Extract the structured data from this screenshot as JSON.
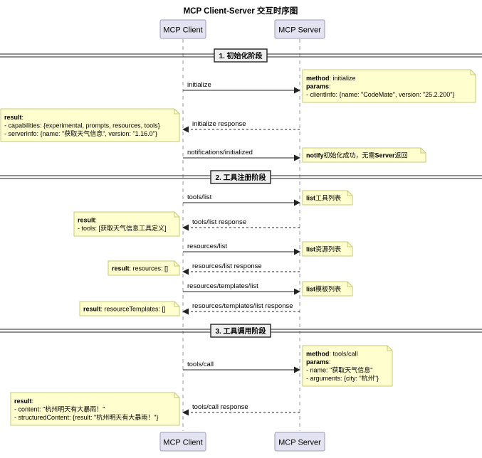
{
  "title": "MCP Client-Server 交互时序图",
  "participants": {
    "client": "MCP Client",
    "server": "MCP Server"
  },
  "colors": {
    "participant_fill": "#e2e2f0",
    "participant_stroke": "#9a9ab8",
    "note_fill": "#fefece",
    "note_stroke": "#c8c87a",
    "line": "#222222",
    "lifeline": "#9a9a9a"
  },
  "phases": [
    {
      "label": "1. 初始化阶段"
    },
    {
      "label": "2. 工具注册阶段"
    },
    {
      "label": "3. 工具调用阶段"
    }
  ],
  "messages": [
    {
      "label": "initialize",
      "direction": "to_server"
    },
    {
      "label": "initialize response",
      "direction": "to_client"
    },
    {
      "label": "notifications/initialized",
      "direction": "to_server"
    },
    {
      "label": "tools/list",
      "direction": "to_server"
    },
    {
      "label": "tools/list response",
      "direction": "to_client"
    },
    {
      "label": "resources/list",
      "direction": "to_server"
    },
    {
      "label": "resources/list response",
      "direction": "to_client"
    },
    {
      "label": "resources/templates/list",
      "direction": "to_server"
    },
    {
      "label": "resources/templates/list response",
      "direction": "to_client"
    },
    {
      "label": "tools/call",
      "direction": "to_server"
    },
    {
      "label": "tools/call response",
      "direction": "to_client"
    }
  ],
  "notes": [
    {
      "side": "right",
      "lines": [
        [
          {
            "t": "method",
            "b": true
          },
          {
            "t": ": initialize"
          }
        ],
        [
          {
            "t": "params",
            "b": true
          },
          {
            "t": ":"
          }
        ],
        [
          {
            "t": "- clientInfo: {name: \"CodeMate\", version: \"25.2.200\"}"
          }
        ]
      ]
    },
    {
      "side": "left",
      "lines": [
        [
          {
            "t": "result",
            "b": true
          },
          {
            "t": ":"
          }
        ],
        [
          {
            "t": "- capabilities: {experimental, prompts, resources, tools}"
          }
        ],
        [
          {
            "t": "- serverInfo: {name: \"获取天气信息\", version: \"1.16.0\"}"
          }
        ]
      ]
    },
    {
      "side": "right",
      "lines": [
        [
          {
            "t": "notify",
            "b": true
          },
          {
            "t": "初始化成功，无需"
          },
          {
            "t": "Server",
            "b": true
          },
          {
            "t": "返回"
          }
        ]
      ]
    },
    {
      "side": "right",
      "lines": [
        [
          {
            "t": "list",
            "b": true
          },
          {
            "t": "工具列表"
          }
        ]
      ]
    },
    {
      "side": "left",
      "lines": [
        [
          {
            "t": "result",
            "b": true
          },
          {
            "t": ":"
          }
        ],
        [
          {
            "t": "- tools: [获取天气信息工具定义]"
          }
        ]
      ]
    },
    {
      "side": "right",
      "lines": [
        [
          {
            "t": "list",
            "b": true
          },
          {
            "t": "资源列表"
          }
        ]
      ]
    },
    {
      "side": "left",
      "lines": [
        [
          {
            "t": "result",
            "b": true
          },
          {
            "t": ": resources: []"
          }
        ]
      ]
    },
    {
      "side": "right",
      "lines": [
        [
          {
            "t": "list",
            "b": true
          },
          {
            "t": "模板列表"
          }
        ]
      ]
    },
    {
      "side": "left",
      "lines": [
        [
          {
            "t": "result",
            "b": true
          },
          {
            "t": ": resourceTemplates: []"
          }
        ]
      ]
    },
    {
      "side": "right",
      "lines": [
        [
          {
            "t": "method",
            "b": true
          },
          {
            "t": ": tools/call"
          }
        ],
        [
          {
            "t": "params",
            "b": true
          },
          {
            "t": ":"
          }
        ],
        [
          {
            "t": "- name: \"获取天气信息\""
          }
        ],
        [
          {
            "t": "- arguments: {city: \"杭州\"}"
          }
        ]
      ]
    },
    {
      "side": "left",
      "lines": [
        [
          {
            "t": "result",
            "b": true
          },
          {
            "t": ":"
          }
        ],
        [
          {
            "t": "- content: \"杭州明天有大暴雨！\""
          }
        ],
        [
          {
            "t": "- structuredContent: {result: \"杭州明天有大暴雨！\"}"
          }
        ]
      ]
    }
  ]
}
